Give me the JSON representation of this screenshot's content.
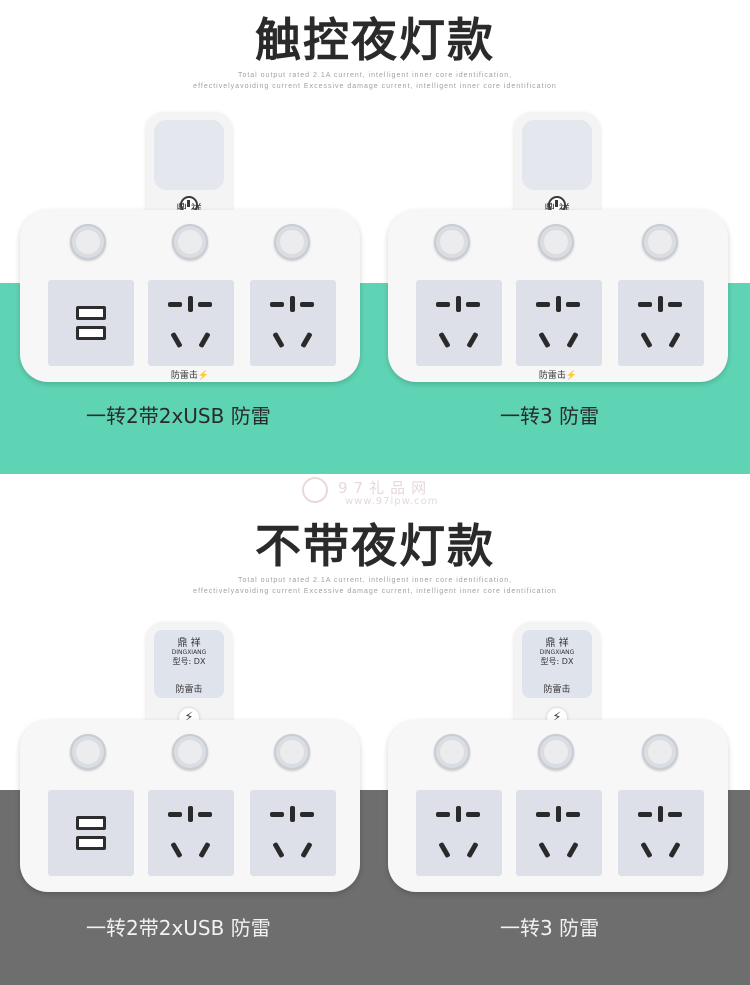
{
  "section1": {
    "title": "触控夜灯款",
    "sub_line1": "Total output rated 2.1A current, intelligent inner core identification,",
    "sub_line2": "effectivelyavoiding current Excessive damage current, intelligent inner core identification",
    "product_left": {
      "brand": "鼎  祥",
      "protect_label": "防雷击⚡",
      "caption": "一转2带2xUSB 防雷"
    },
    "product_right": {
      "brand": "鼎  祥",
      "protect_label": "防雷击⚡",
      "caption": "一转3 防雷"
    },
    "band_color": "#5fd4b4"
  },
  "watermark": {
    "text": "97礼品网",
    "url": "www.97lpw.com"
  },
  "section2": {
    "title": "不带夜灯款",
    "sub_line1": "Total output rated 2.1A current, intelligent inner core identification,",
    "sub_line2": "effectivelyavoiding current Excessive damage current, intelligent inner core identification",
    "product_left": {
      "label_brand": "鼎  祥",
      "label_en": "DINGXIANG",
      "label_model": "型号: DX",
      "cap_text": "防雷击",
      "caption": "一转2带2xUSB 防雷"
    },
    "product_right": {
      "label_brand": "鼎  祥",
      "label_en": "DINGXIANG",
      "label_model": "型号: DX",
      "cap_text": "防雷击",
      "caption": "一转3 防雷"
    },
    "band_color": "#6e6e6e"
  },
  "icons": {
    "power": "power-icon",
    "bolt": "lightning-icon",
    "usb": "usb-port-icon"
  }
}
